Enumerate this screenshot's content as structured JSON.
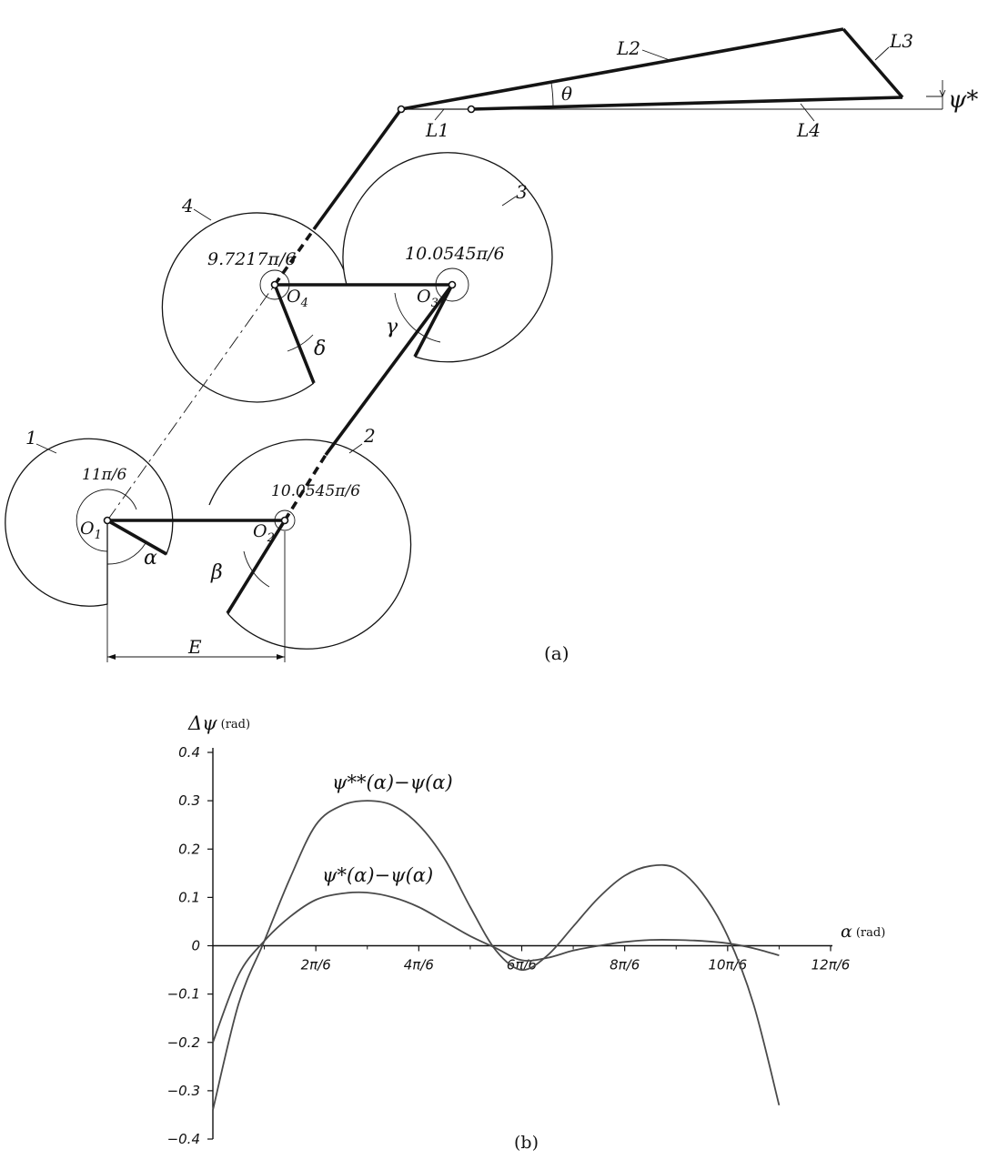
{
  "mechanism": {
    "links": [
      "L1",
      "L2",
      "L3",
      "L4"
    ],
    "psi_star": "ψ*",
    "theta": "θ",
    "gears": [
      "1",
      "2",
      "3",
      "4"
    ],
    "angles": {
      "g1": "11π/6",
      "g2": "10.0545π/6",
      "g3": "10.0545π/6",
      "g4": "9.7217π/6"
    },
    "centers": [
      "O1",
      "O2",
      "O3",
      "O4"
    ],
    "params": [
      "α",
      "β",
      "γ",
      "δ"
    ],
    "distance": "E",
    "panel": "(a)"
  },
  "chart_data": {
    "type": "line",
    "ylabel_sym": "Δψ",
    "ylabel_unit": "(rad)",
    "xlabel_sym": "α",
    "xlabel_unit": "(rad)",
    "ylim": [
      -0.4,
      0.4
    ],
    "yticks": [
      "0.4",
      "0.3",
      "0.2",
      "0.1",
      "0",
      "-0.1",
      "-0.2",
      "-0.3",
      "-0.4"
    ],
    "xticks": [
      "2π/6",
      "4π/6",
      "6π/6",
      "8π/6",
      "10π/6",
      "12π/6"
    ],
    "x_unit": "π/6",
    "x_range": [
      0,
      12
    ],
    "series": [
      {
        "name": "ψ**(α)−ψ(α)",
        "x": [
          0,
          0.5,
          1,
          1.5,
          2,
          2.5,
          3,
          3.5,
          4,
          4.5,
          5,
          5.5,
          6,
          6.5,
          7,
          7.5,
          8,
          8.5,
          9,
          9.5,
          10,
          10.5,
          11
        ],
        "y": [
          -0.34,
          -0.12,
          0.01,
          0.14,
          0.25,
          0.29,
          0.3,
          0.29,
          0.25,
          0.18,
          0.08,
          -0.01,
          -0.05,
          -0.02,
          0.04,
          0.1,
          0.145,
          0.165,
          0.16,
          0.11,
          0.02,
          -0.12,
          -0.33
        ]
      },
      {
        "name": "ψ*(α)−ψ(α)",
        "x": [
          0,
          0.5,
          1,
          1.5,
          2,
          2.5,
          3,
          3.5,
          4,
          4.5,
          5,
          5.5,
          6,
          6.5,
          7,
          7.5,
          8,
          8.5,
          9,
          9.5,
          10,
          10.5,
          11
        ],
        "y": [
          -0.2,
          -0.06,
          0.01,
          0.06,
          0.095,
          0.108,
          0.11,
          0.1,
          0.08,
          0.05,
          0.02,
          -0.005,
          -0.03,
          -0.025,
          -0.01,
          0.0,
          0.008,
          0.012,
          0.012,
          0.01,
          0.005,
          -0.005,
          -0.02
        ]
      }
    ],
    "panel": "(b)"
  }
}
